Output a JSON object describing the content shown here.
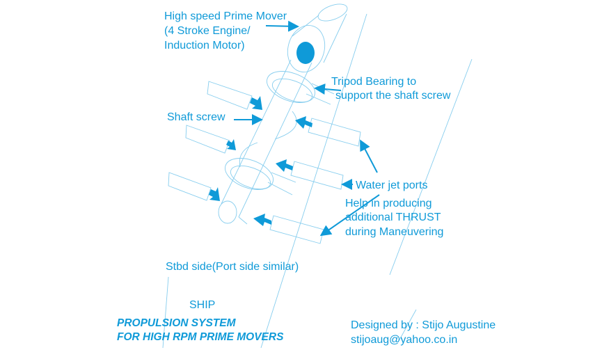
{
  "labels": {
    "prime_mover": [
      "High speed Prime Mover",
      "(4 Stroke Engine/",
      "Induction Motor)"
    ],
    "tripod": [
      "Tripod Bearing to",
      "support the shaft screw"
    ],
    "shaft_screw": "Shaft screw",
    "water_jet": "Water jet ports",
    "thrust": [
      "Help in producing",
      "additional THRUST",
      "during Maneuvering"
    ],
    "side": "Stbd side(Port side similar)",
    "ship": "SHIP"
  },
  "title": [
    "PROPULSION SYSTEM",
    "FOR HIGH RPM PRIME MOVERS"
  ],
  "credit": {
    "designer": "Designed by : Stijo Augustine",
    "email": "stijoaug@yahoo.co.in"
  },
  "colors": {
    "accent": "#0f9ad8",
    "line": "#86cdee"
  }
}
